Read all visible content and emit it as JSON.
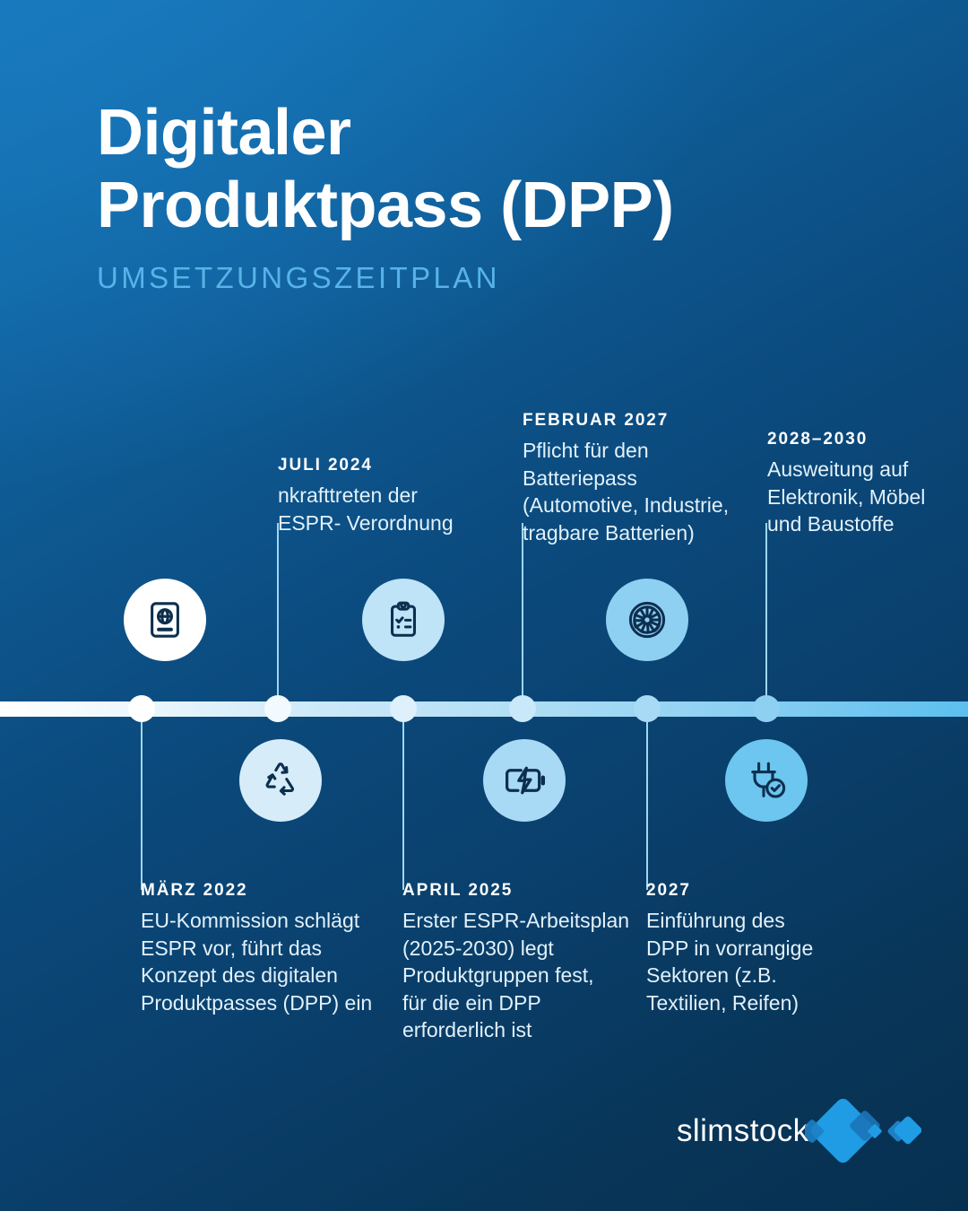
{
  "header": {
    "title_line1": "Digitaler",
    "title_line2": "Produktpass (DPP)",
    "subtitle": "UMSETZUNGSZEITPLAN"
  },
  "colors": {
    "background_top_left": "#1372b5",
    "background_bottom_right": "#073050",
    "subtitle": "#57b3e8",
    "axis_start": "#ffffff",
    "axis_end": "#5cc0ee",
    "icon_dark": "#0d2f4f",
    "logo_diamond": "#1f9ce4"
  },
  "timeline": {
    "milestones": [
      {
        "date": "MÄRZ 2022",
        "description": "EU-Kommission schlägt\nESPR vor, führt das\nKonzept des digitalen\nProduktpasses (DPP) ein",
        "position": "below",
        "icon": "passport-icon",
        "icon_circle_color": "#ffffff",
        "icon_side": "above",
        "dot_color": "#ffffff"
      },
      {
        "date": "JULI 2024",
        "description": "nkrafttreten der\nESPR- Verordnung",
        "position": "above",
        "icon": "recycle-icon",
        "icon_circle_color": "#d6ecf9",
        "icon_side": "below",
        "dot_color": "#f2fafe"
      },
      {
        "date": "FEBRUAR 2027",
        "description": "Pflicht für den\nBatteriepass\n(Automotive, Industrie,\ntragbare Batterien)",
        "position": "above",
        "icon": "clipboard-check-icon",
        "icon_circle_color": "#bfe3f7",
        "icon_side": "above",
        "dot_color": "#dcf0fb"
      },
      {
        "date": "2028–2030",
        "description": "Ausweitung auf\nElektronik, Möbel\nund Baustoffe",
        "position": "above",
        "icon": "battery-charge-icon",
        "icon_circle_color": "#a9daf5",
        "icon_side": "below",
        "dot_color": "#c7e7f9"
      },
      {
        "date": "APRIL 2025",
        "description": "Erster ESPR-Arbeitsplan\n(2025-2030) legt\nProduktgruppen fest,\nfür die ein DPP\nerforderlich ist",
        "position": "below",
        "icon": "tire-icon",
        "icon_circle_color": "#8ed0f2",
        "icon_side": "above",
        "dot_color": "#a9daf5"
      },
      {
        "date": "2027",
        "description": "Einführung des\nDPP in vorrangige\nSektoren (z.B.\nTextilien, Reifen)",
        "position": "below",
        "icon": "plug-check-icon",
        "icon_circle_color": "#6cc6ef",
        "icon_side": "below",
        "dot_color": "#8ed0f2"
      }
    ]
  },
  "labels": {
    "top": [
      {
        "date": "JULI 2024",
        "description": "nkrafttreten der\nESPR- Verordnung"
      },
      {
        "date": "FEBRUAR 2027",
        "description": "Pflicht für den\nBatteriepass\n(Automotive, Industrie,\ntragbare Batterien)"
      },
      {
        "date": "2028–2030",
        "description": "Ausweitung auf\nElektronik, Möbel\nund Baustoffe"
      }
    ],
    "bottom": [
      {
        "date": "MÄRZ 2022",
        "description": "EU-Kommission schlägt\nESPR vor, führt das\nKonzept des digitalen\nProduktpasses (DPP) ein"
      },
      {
        "date": "APRIL 2025",
        "description": "Erster ESPR-Arbeitsplan\n(2025-2030) legt\nProduktgruppen fest,\nfür die ein DPP\nerforderlich ist"
      },
      {
        "date": "2027",
        "description": "Einführung des\nDPP in vorrangige\nSektoren (z.B.\nTextilien, Reifen)"
      }
    ]
  },
  "footer": {
    "logo_text": "slimstock"
  }
}
